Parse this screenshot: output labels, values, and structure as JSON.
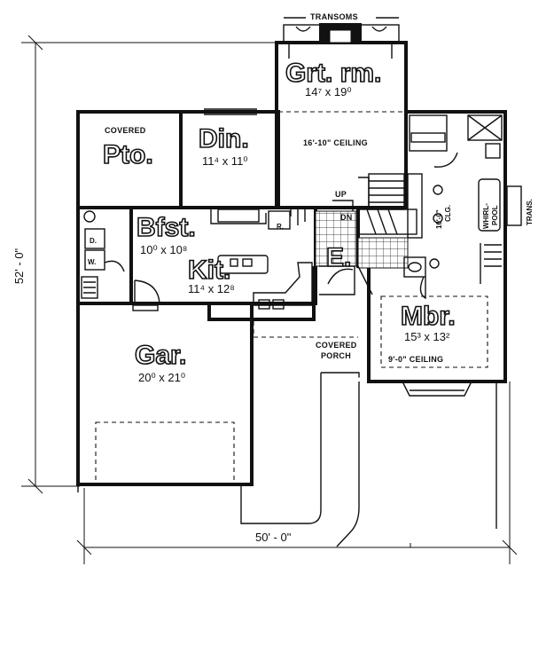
{
  "rooms": {
    "great_room": {
      "name": "Grt. rm.",
      "size": "14⁷ x 19⁰",
      "note": "16'-10\" CEILING"
    },
    "dining": {
      "name": "Din.",
      "size": "11⁴ x 11⁰"
    },
    "patio": {
      "cover": "COVERED",
      "name": "Pto."
    },
    "breakfast": {
      "name": "Bfst.",
      "size": "10⁰ x 10⁸"
    },
    "kitchen": {
      "name": "Kit.",
      "size": "11⁴ x 12⁸"
    },
    "entry": {
      "name": "E."
    },
    "master_bedroom": {
      "name": "Mbr.",
      "size": "15³ x 13²",
      "note": "9'-0\" CEILING"
    },
    "garage": {
      "name": "Gar.",
      "size": "20⁰ x 21⁰"
    },
    "porch": {
      "line1": "COVERED",
      "line2": "PORCH"
    }
  },
  "labels": {
    "transoms": "TRANSOMS",
    "up": "UP",
    "dn": "DN",
    "refrigerator": "R.",
    "washer": "W.",
    "dryer": "D.",
    "clg_line1": "10'-0\"",
    "clg_line2": "CLG.",
    "whirlpool_line1": "WHIRL-",
    "whirlpool_line2": "POOL",
    "trans": "TRANS."
  },
  "dimensions": {
    "depth": "52' - 0\"",
    "width": "50' - 0\""
  }
}
